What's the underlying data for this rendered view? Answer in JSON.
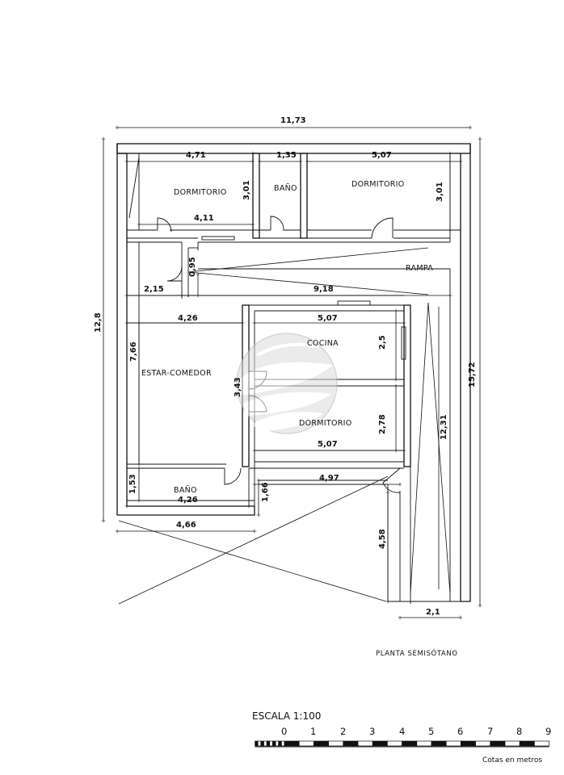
{
  "plan": {
    "title": "PLANTA SEMISÓTANO",
    "rooms": {
      "dormitorio_1": "DORMITORIO",
      "bano_1": "BAÑO",
      "dormitorio_2": "DORMITORIO",
      "rampa": "RAMPA",
      "cocina": "COCINA",
      "estar_comedor": "ESTAR-COMEDOR",
      "dormitorio_3": "DORMITORIO",
      "bano_2": "BAÑO"
    },
    "dimensions": {
      "overall_width": "11,73",
      "overall_height_left": "12,8",
      "overall_height_right": "15,72",
      "dorm1_width": "4,71",
      "bano1_width": "1,35",
      "dorm2_width": "5,07",
      "dorm1_height": "3,01",
      "dorm2_height": "3,01",
      "dorm1_lower_width": "4,11",
      "hall_width": "0,95",
      "hall_left": "2,15",
      "rampa_length": "9,18",
      "estar_width": "4,26",
      "cocina_width": "5,07",
      "estar_height": "7,66",
      "cocina_height": "2,5",
      "passage": "3,43",
      "dorm3_height": "2,78",
      "dorm3_width": "5,07",
      "ramp_vertical": "12,31",
      "lower_strip": "4,97",
      "bano2_height": "1,53",
      "bano2_width": "4,26",
      "step_height": "1,66",
      "bottom_width": "4,66",
      "lower_right_height": "4,58",
      "ramp_width": "2,1"
    }
  },
  "scale": {
    "title": "ESCALA 1:100",
    "ticks": [
      "0",
      "1",
      "2",
      "3",
      "4",
      "5",
      "6",
      "7",
      "8",
      "9"
    ],
    "unit_note": "Cotas en metros"
  }
}
